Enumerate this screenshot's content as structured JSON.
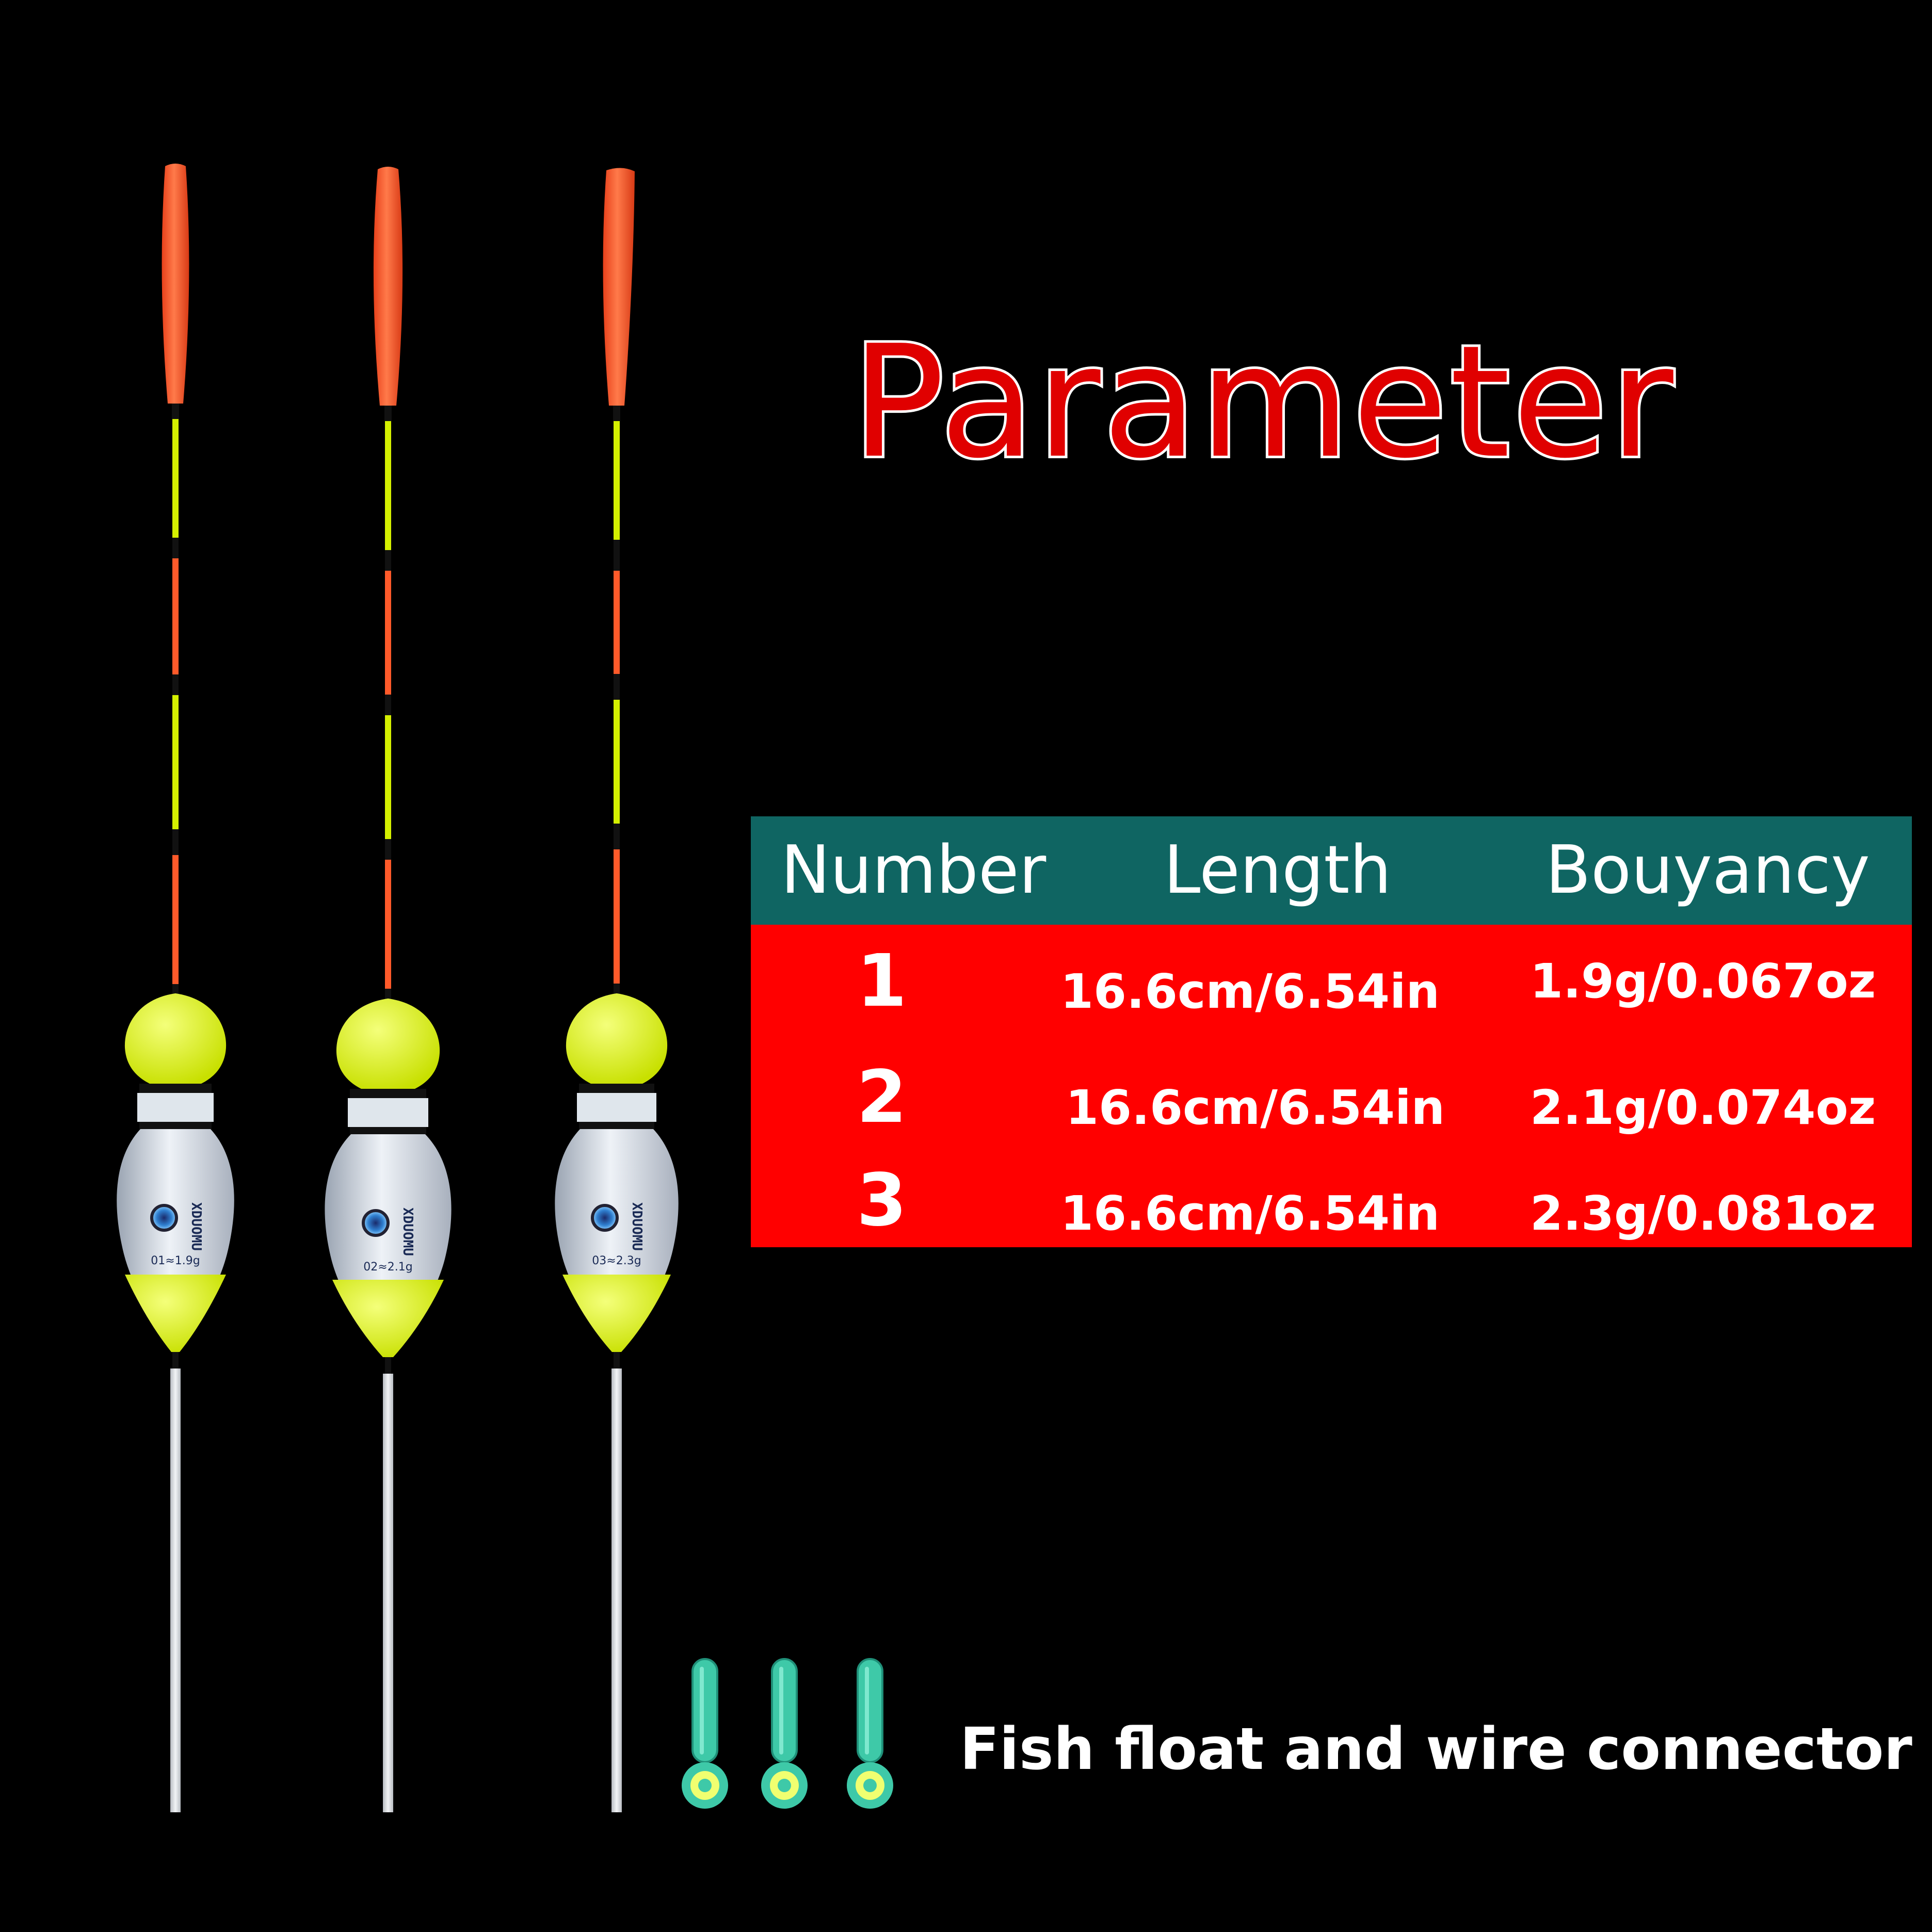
{
  "title": "Parameter",
  "table": {
    "headers": [
      "Number",
      "Length",
      "Bouyancy"
    ],
    "rows": [
      {
        "number": "1",
        "length": "16.6cm/6.54in",
        "buoyancy": "1.9g/0.067oz"
      },
      {
        "number": "2",
        "length": "16.6cm/6.54in",
        "buoyancy": "2.1g/0.074oz"
      },
      {
        "number": "3",
        "length": "16.6cm/6.54in",
        "buoyancy": "2.3g/0.081oz"
      }
    ]
  },
  "floats": [
    {
      "label": "01≈1.9g",
      "brand": "XDUOMU"
    },
    {
      "label": "02≈2.1g",
      "brand": "XDUOMU"
    },
    {
      "label": "03≈2.3g",
      "brand": "XDUOMU"
    }
  ],
  "caption": "Fish float and wire connector",
  "colors": {
    "background": "#000000",
    "title_fill": "#e00000",
    "header_bg": "#0f6562",
    "body_bg": "#ff0000",
    "float_tip": "#ff5a2a",
    "float_yellow": "#e8ff1a",
    "float_body": "#d6dde6",
    "connector": "#3ec9a8"
  }
}
